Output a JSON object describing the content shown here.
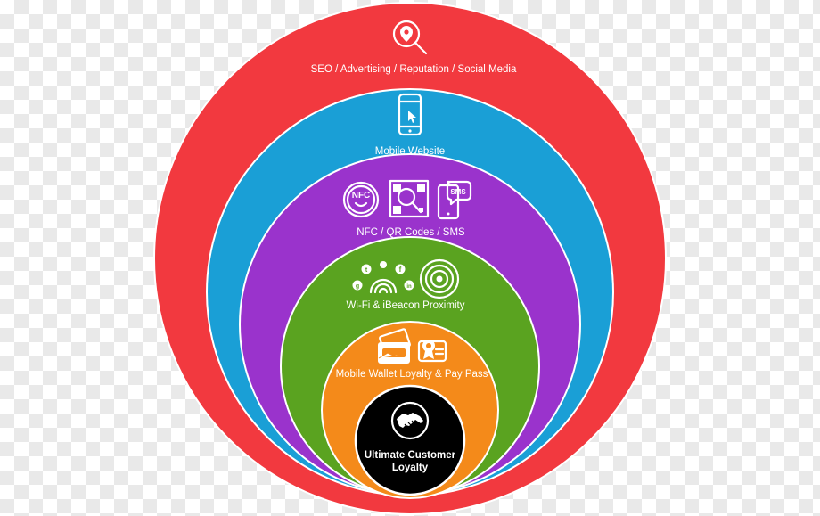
{
  "colors": {
    "outer": "#f2393f",
    "blue": "#1a9fd6",
    "purple": "#9a33cc",
    "green": "#5aa320",
    "orange": "#f48a1a",
    "core": "#000000"
  },
  "rings": [
    {
      "label": "SEO / Advertising / Reputation / Social Media",
      "icon": "search-location-icon"
    },
    {
      "label": "Mobile Website",
      "icon": "smartphone-icon"
    },
    {
      "label": "NFC / QR Codes / SMS",
      "icons": [
        "nfc-icon",
        "qr-code-icon",
        "sms-phone-icon"
      ]
    },
    {
      "label": "Wi-Fi & iBeacon Proximity",
      "icons": [
        "wifi-social-icon",
        "beacon-icon"
      ]
    },
    {
      "label": "Mobile Wallet Loyalty & Pay Pass",
      "icons": [
        "wallet-cards-icon",
        "loyalty-card-icon"
      ]
    }
  ],
  "core": {
    "line1": "Ultimate Customer",
    "line2": "Loyalty",
    "icon": "handshake-icon"
  },
  "icon_text": {
    "nfc": "NFC",
    "sms": "SMS",
    "facebook": "f",
    "twitter": "t",
    "google": "g",
    "linkedin": "in"
  }
}
